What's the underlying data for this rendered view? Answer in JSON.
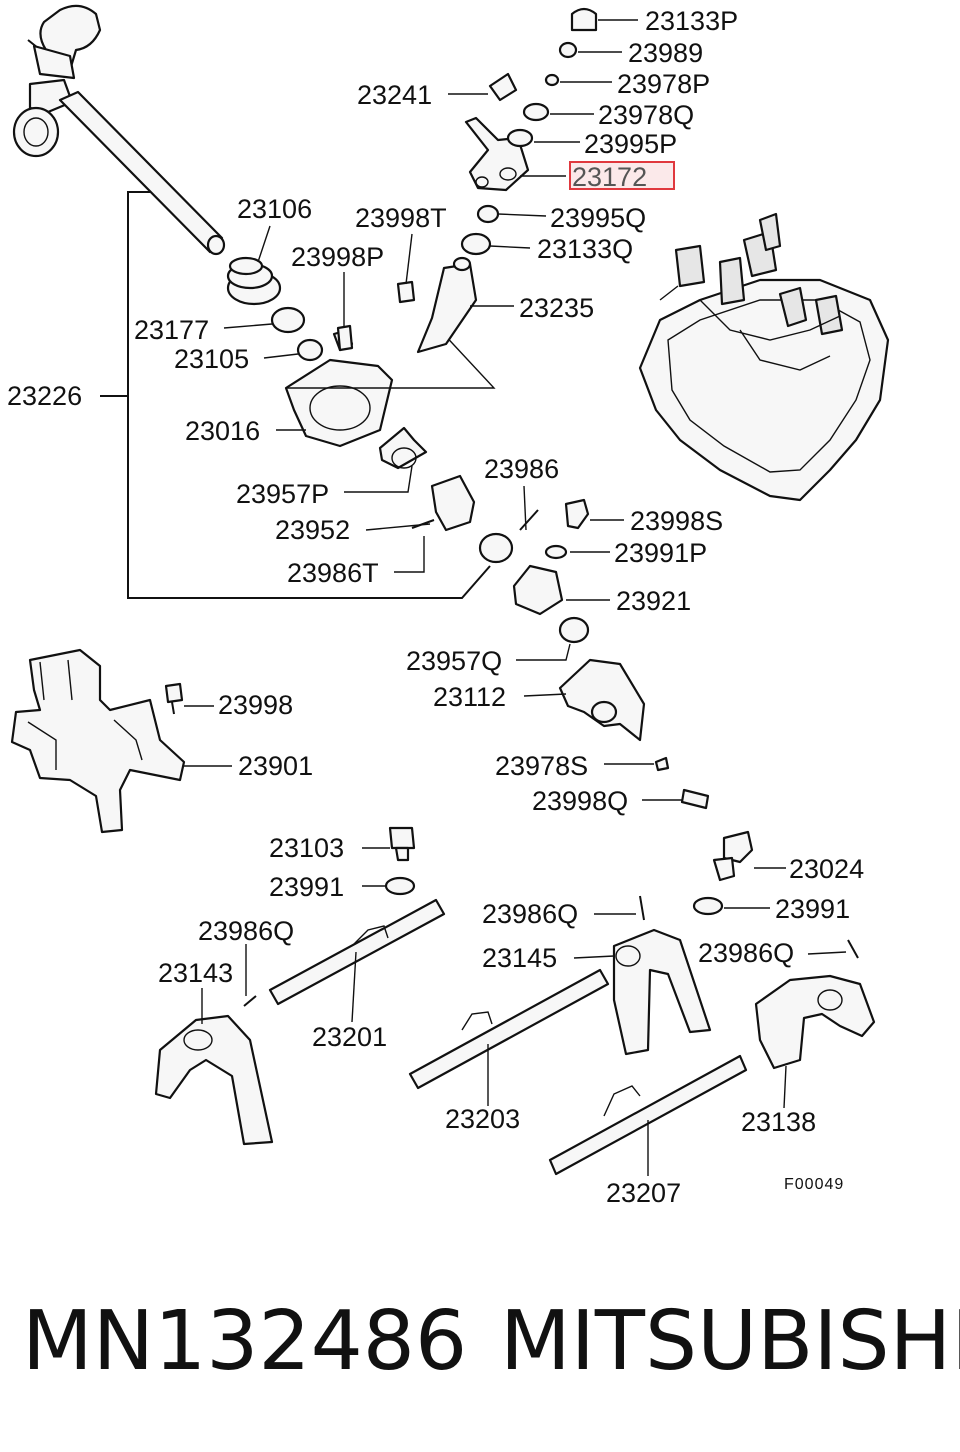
{
  "diagram": {
    "labels": [
      "23133P",
      "23989",
      "23978P",
      "23241",
      "23978Q",
      "23995P",
      "23172",
      "23106",
      "23998T",
      "23995Q",
      "23133Q",
      "23998P",
      "23235",
      "23177",
      "23105",
      "23226",
      "23016",
      "23986",
      "23957P",
      "23998S",
      "23952",
      "23991P",
      "23986T",
      "23921",
      "23957Q",
      "23112",
      "23998",
      "23901",
      "23978S",
      "23998Q",
      "23103",
      "23024",
      "23991",
      "23986Q",
      "23991",
      "23145",
      "23986Q",
      "23143",
      "23201",
      "23203",
      "23138",
      "23207"
    ],
    "highlighted_label": "23172",
    "highlight_color": "#e0383e",
    "figure_code": "F00049"
  },
  "footer": {
    "part_number": "MN132486",
    "brand": "MITSUBISHI"
  }
}
